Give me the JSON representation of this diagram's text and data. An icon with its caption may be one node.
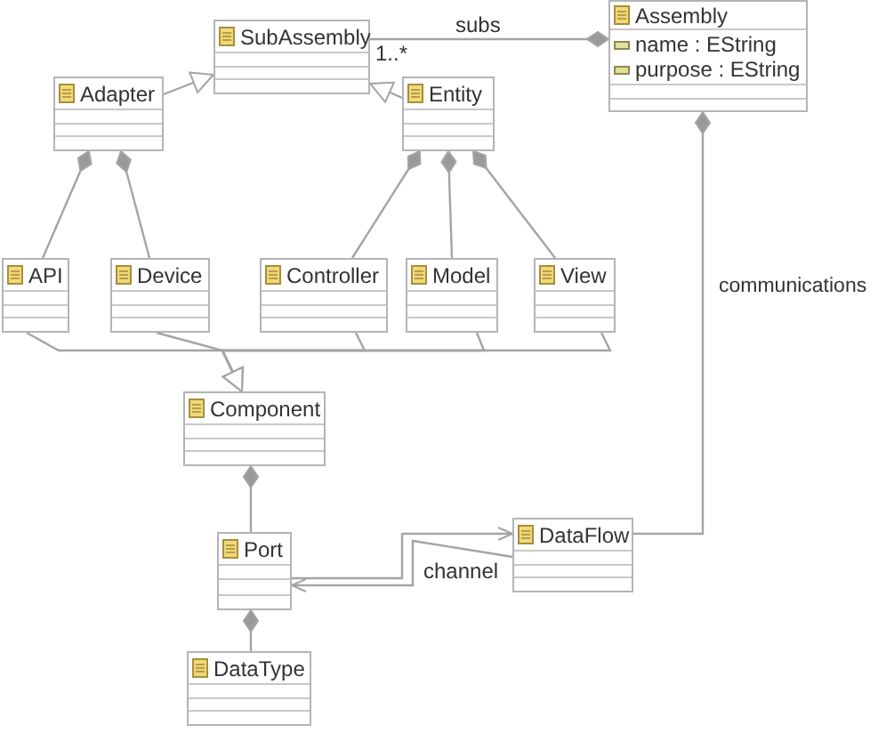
{
  "diagram": {
    "nodes": [
      {
        "text": [
          "SubAssembly"
        ]
      },
      {
        "text": [
          "Assembly",
          "name : EString",
          "purpose : EString"
        ]
      },
      {
        "text": [
          "Adapter"
        ]
      },
      {
        "text": [
          "Entity"
        ]
      },
      {
        "text": [
          "API"
        ]
      },
      {
        "text": [
          "Device"
        ]
      },
      {
        "text": [
          "Controller"
        ]
      },
      {
        "text": [
          "Model"
        ]
      },
      {
        "text": [
          "View"
        ]
      },
      {
        "text": [
          "Component"
        ]
      },
      {
        "text": [
          "Port"
        ]
      },
      {
        "text": [
          "DataFlow"
        ]
      },
      {
        "text": [
          "DataType"
        ]
      }
    ],
    "edges": [
      {
        "from": 2,
        "to": 0,
        "arrow": "to"
      },
      {
        "from": 3,
        "to": 0,
        "arrow": "to"
      },
      {
        "from": 1,
        "to": 0,
        "arrow": "other",
        "label": "subs"
      },
      {
        "from": 2,
        "to": 4,
        "arrow": "other"
      },
      {
        "from": 2,
        "to": 5,
        "arrow": "other"
      },
      {
        "from": 3,
        "to": 6,
        "arrow": "other"
      },
      {
        "from": 3,
        "to": 7,
        "arrow": "other"
      },
      {
        "from": 3,
        "to": 8,
        "arrow": "other"
      },
      {
        "from": 4,
        "to": 9,
        "arrow": "to"
      },
      {
        "from": 5,
        "to": 9,
        "arrow": "to"
      },
      {
        "from": 6,
        "to": 9,
        "arrow": "to"
      },
      {
        "from": 7,
        "to": 9,
        "arrow": "to"
      },
      {
        "from": 8,
        "to": 9,
        "arrow": "to"
      },
      {
        "from": 9,
        "to": 10,
        "arrow": "other"
      },
      {
        "from": 1,
        "to": 11,
        "arrow": "other",
        "label": "communications"
      },
      {
        "from": 11,
        "to": 10,
        "arrow": "to",
        "label": "channel"
      },
      {
        "from": 10,
        "to": 11,
        "arrow": "to"
      },
      {
        "from": 10,
        "to": 12,
        "arrow": "other"
      }
    ],
    "labels": [
      "1..*"
    ]
  }
}
